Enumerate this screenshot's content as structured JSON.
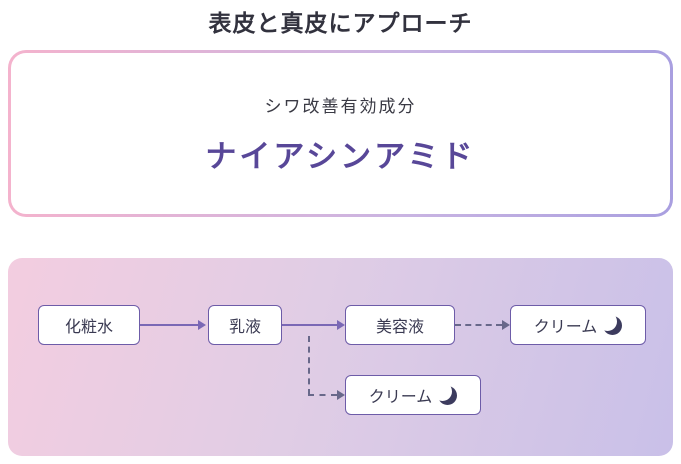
{
  "title": "表皮と真皮にアプローチ",
  "card": {
    "subtitle": "シワ改善有効成分",
    "ingredient": "ナイアシンアミド"
  },
  "flow": {
    "steps": [
      {
        "label": "化粧水",
        "icon": null
      },
      {
        "label": "乳液",
        "icon": null
      },
      {
        "label": "美容液",
        "icon": null
      },
      {
        "label": "クリーム",
        "icon": "crescent-moon"
      }
    ],
    "night_step": {
      "label": "クリーム",
      "icon": "crescent-moon"
    }
  },
  "colors": {
    "title_text": "#32323e",
    "ingredient_text": "#584798",
    "card_border_start": "#f4b3cd",
    "card_border_end": "#a99fe0",
    "panel_gradient_start": "#f3cde0",
    "panel_gradient_end": "#c9c0e8",
    "flow_box_border": "#6d5ca8",
    "flow_box_text": "#3a3a52",
    "arrow_solid": "#7a68b5",
    "arrow_dashed": "#68688a",
    "moon": "#3c3b5e"
  }
}
